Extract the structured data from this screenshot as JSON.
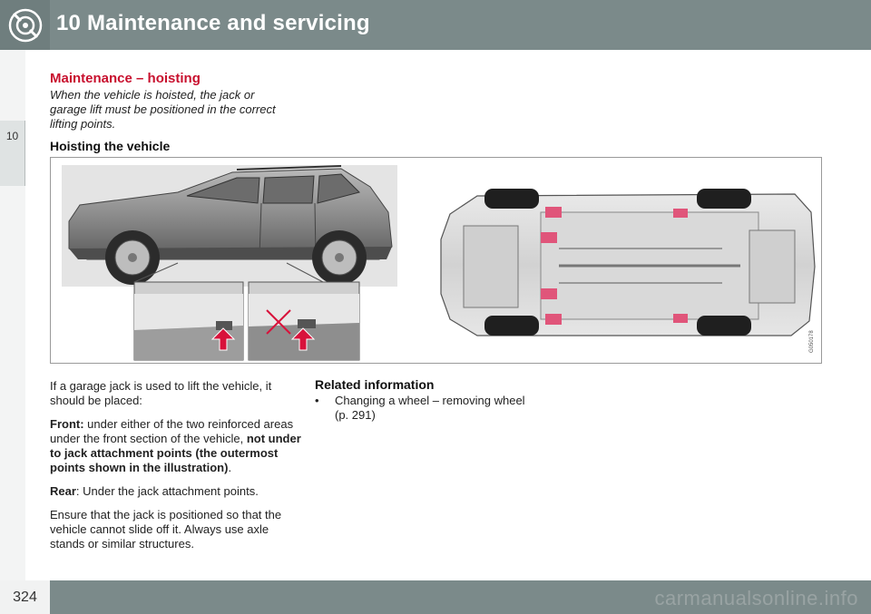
{
  "header": {
    "title": "10 Maintenance and servicing",
    "icon": "wrench-gear-icon"
  },
  "chapter_tab": "10",
  "section": {
    "title": "Maintenance – hoisting",
    "intro": "When the vehicle is hoisted, the jack or garage lift must be positioned in the correct lifting points.",
    "subheading": "Hoisting the vehicle"
  },
  "figure": {
    "code": "G050178"
  },
  "body": {
    "p1": "If a garage jack is used to lift the vehicle, it should be placed:",
    "front_label": "Front:",
    "front_text": " under either of the two reinforced areas under the front section of the vehicle, ",
    "front_bold": "not under to jack attachment points (the outermost points shown in the illustration)",
    "front_end": ".",
    "rear_label": "Rear",
    "rear_text": ": Under the jack attachment points.",
    "p4": "Ensure that the jack is positioned so that the vehicle cannot slide off it. Always use axle stands or similar structures."
  },
  "related": {
    "title": "Related information",
    "bullet": "•",
    "items": [
      "Changing a wheel – removing wheel (p. 291)"
    ]
  },
  "footer": {
    "page_number": "324",
    "watermark": "carmanualsonline.info"
  },
  "colors": {
    "header_bg": "#7b8a8a",
    "accent_red": "#c8102e",
    "lift_point": "#e0557a"
  }
}
